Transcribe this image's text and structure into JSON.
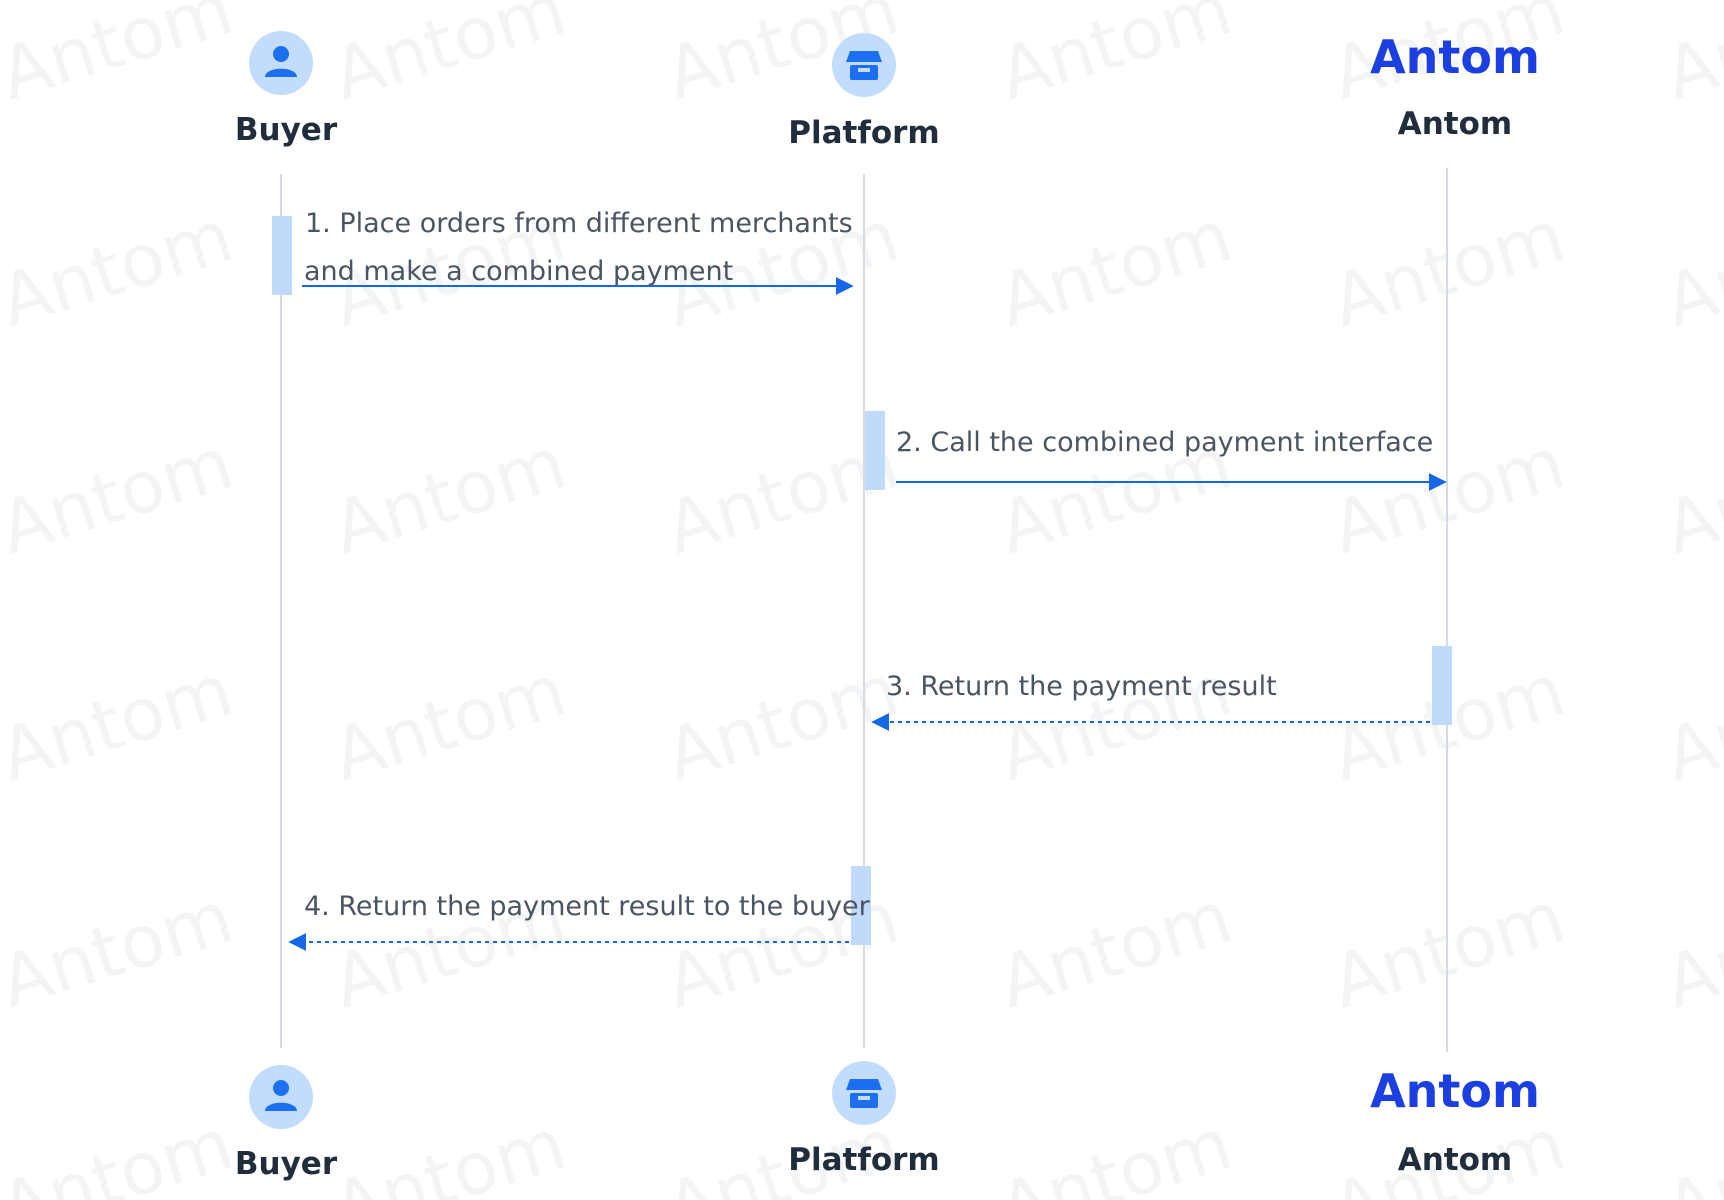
{
  "colors": {
    "lifeline": "#d6dbe3",
    "activation": "#c0dafc",
    "arrow": "#1567e8",
    "avatar_bg": "#c2dcfd",
    "avatar_fg": "#1d6ff2",
    "brand": "#1b3fe0",
    "text": "#4a5563",
    "actor_text": "#1f2d3d"
  },
  "watermark": "Antom",
  "participants": [
    {
      "id": "buyer",
      "label": "Buyer",
      "icon": "user-icon"
    },
    {
      "id": "platform",
      "label": "Platform",
      "icon": "store-icon"
    },
    {
      "id": "antom",
      "label": "Antom",
      "icon": "antom-logo",
      "logo_text": "Antom"
    }
  ],
  "messages": [
    {
      "num": "1.",
      "lines": [
        "1. Place orders from different merchants",
        "and make a combined payment"
      ],
      "from": "buyer",
      "to": "platform",
      "style": "solid"
    },
    {
      "num": "2.",
      "lines": [
        "2. Call the combined payment interface"
      ],
      "from": "platform",
      "to": "antom",
      "style": "solid"
    },
    {
      "num": "3.",
      "lines": [
        "3. Return the payment result"
      ],
      "from": "antom",
      "to": "platform",
      "style": "dashed"
    },
    {
      "num": "4.",
      "lines": [
        "4. Return the payment result to the buyer"
      ],
      "from": "platform",
      "to": "buyer",
      "style": "dashed"
    }
  ]
}
